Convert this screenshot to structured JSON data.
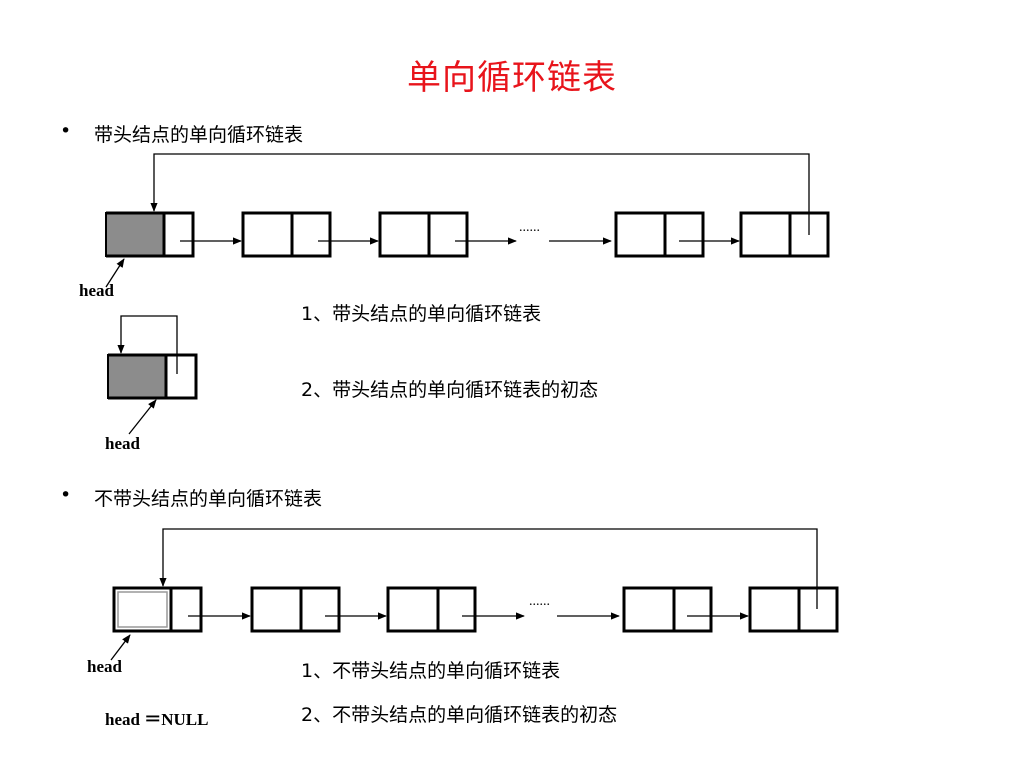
{
  "title": "单向循环链表",
  "section1": {
    "bullet": "•",
    "heading": "带头结点的单向循环链表",
    "head_label_1": "head",
    "ellipsis": "......",
    "caption1": "1、带头结点的单向循环链表",
    "caption2": "2、带头结点的单向循环链表的初态",
    "head_label_2": "head"
  },
  "section2": {
    "bullet": "•",
    "heading": "不带头结点的单向循环链表",
    "head_label": "head",
    "ellipsis": "......",
    "caption1": "1、不带头结点的单向循环链表",
    "caption2": "2、不带头结点的单向循环链表的初态",
    "null_label": "head ＝NULL"
  },
  "colors": {
    "title": "#e8141b",
    "head_node_fill": "#8c8c8c",
    "line": "#000000"
  }
}
